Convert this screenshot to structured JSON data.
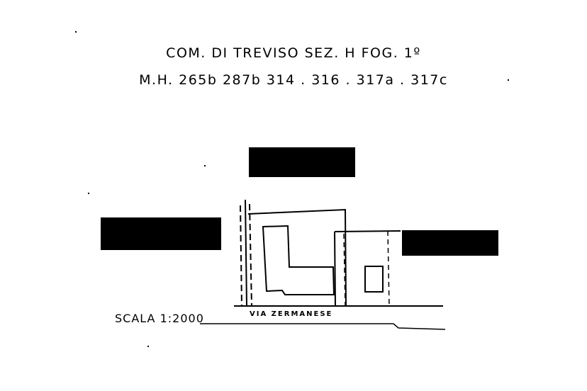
{
  "header": {
    "line1": "COM. DI TREVISO    SEZ. H  FOG. 1º",
    "line2": "M.H.  265b 287b  314 . 316 . 317a . 317c"
  },
  "map": {
    "scale_label": "SCALA 1:2000",
    "street_label": "VIA  ZERMANESE"
  }
}
